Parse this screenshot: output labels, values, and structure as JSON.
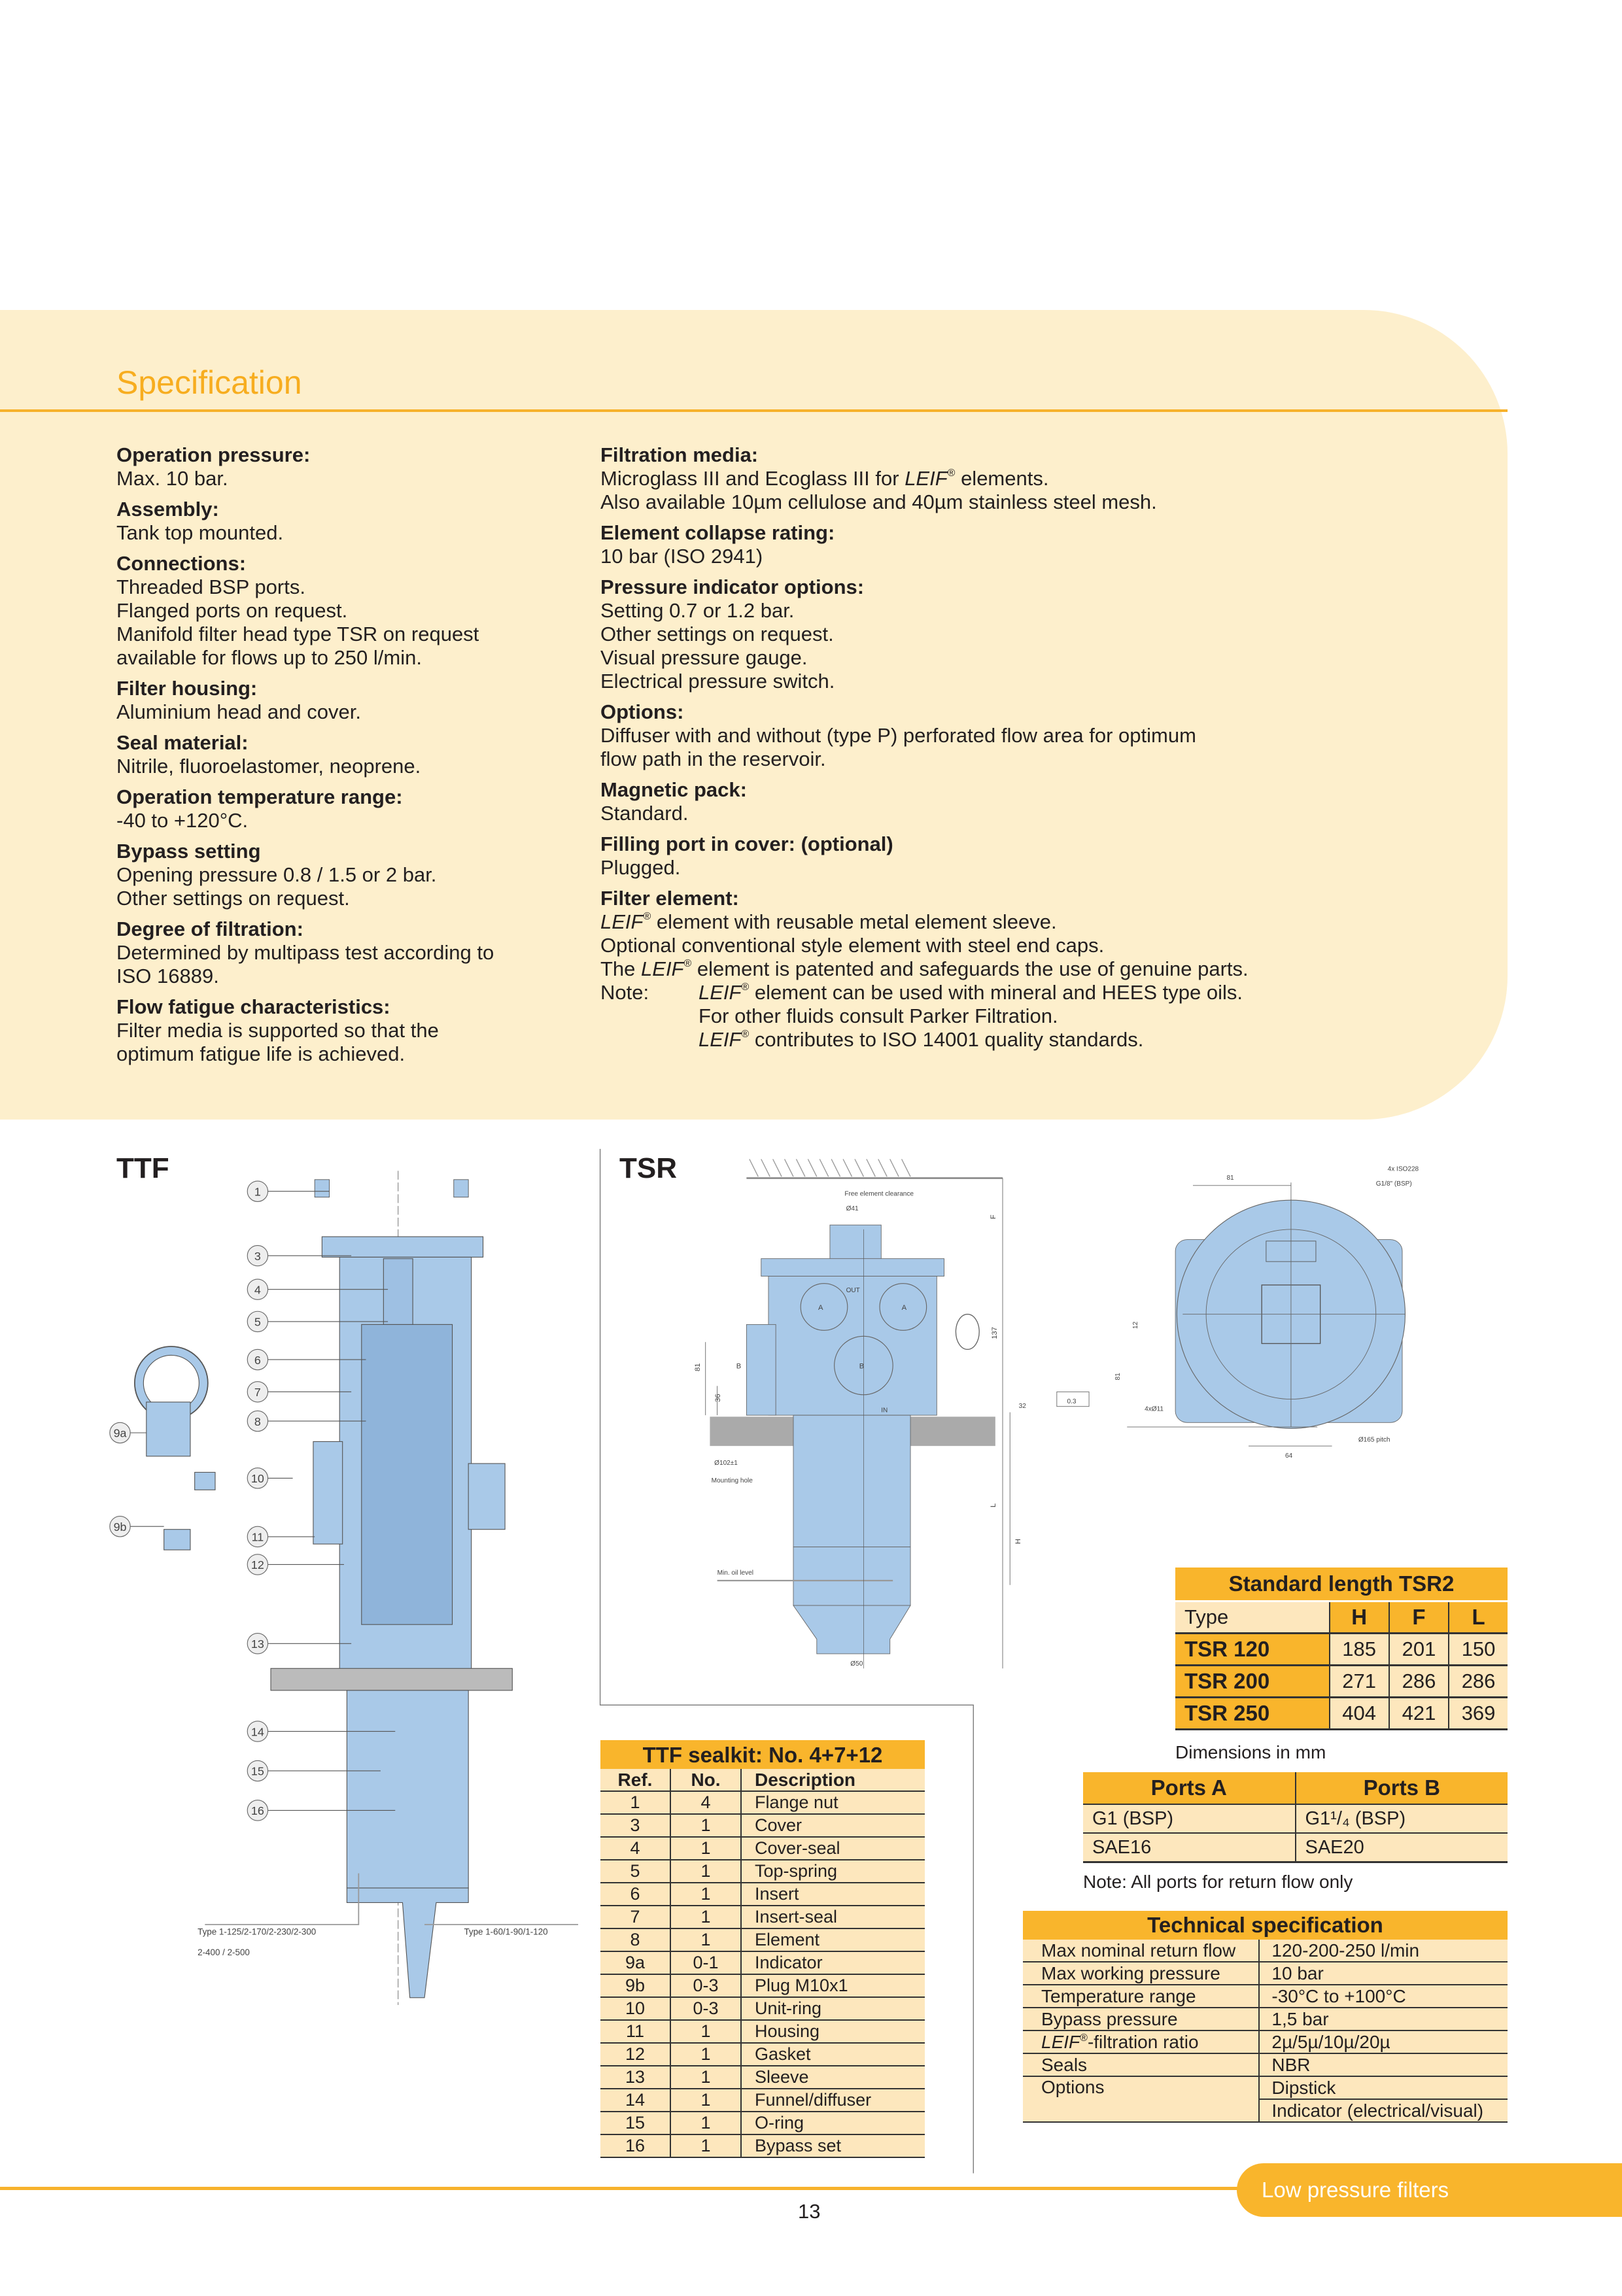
{
  "spec": {
    "title": "Specification",
    "left": [
      {
        "h": "Operation pressure:",
        "lines": [
          "Max. 10 bar."
        ]
      },
      {
        "h": "Assembly:",
        "lines": [
          "Tank top mounted."
        ]
      },
      {
        "h": "Connections:",
        "lines": [
          "Threaded BSP ports.",
          "Flanged ports on request.",
          "Manifold filter head type TSR on request",
          "available for flows up to 250 l/min."
        ]
      },
      {
        "h": "Filter housing:",
        "lines": [
          "Aluminium head and cover."
        ]
      },
      {
        "h": "Seal material:",
        "lines": [
          "Nitrile, fluoroelastomer, neoprene."
        ]
      },
      {
        "h": "Operation temperature range:",
        "lines": [
          "-40 to +120°C."
        ]
      },
      {
        "h": "Bypass setting",
        "lines": [
          "Opening pressure 0.8 / 1.5 or 2 bar.",
          "Other settings on request."
        ]
      },
      {
        "h": "Degree of filtration:",
        "lines": [
          "Determined by multipass test according to",
          "ISO 16889."
        ]
      },
      {
        "h": "Flow fatigue characteristics:",
        "lines": [
          "Filter media is supported so that the",
          "optimum fatigue life is achieved."
        ]
      }
    ],
    "right": [
      {
        "h": "Filtration media:",
        "lines": [
          {
            "pre": "Microglass III and Ecoglass III for ",
            "brand": "LEIF",
            "reg": "®",
            "post": " elements."
          },
          "Also available 10µm cellulose and 40µm stainless steel mesh."
        ]
      },
      {
        "h": "Element collapse rating:",
        "lines": [
          "10 bar (ISO 2941)"
        ]
      },
      {
        "h": "Pressure indicator options:",
        "lines": [
          "Setting 0.7 or 1.2 bar.",
          "Other settings on request.",
          "Visual pressure gauge.",
          "Electrical pressure switch."
        ]
      },
      {
        "h": "Options:",
        "lines": [
          "Diffuser with and without (type P) perforated flow area for optimum",
          "flow path in the reservoir."
        ]
      },
      {
        "h": "Magnetic pack:",
        "lines": [
          "Standard."
        ]
      },
      {
        "h": "Filling port in cover: (optional)",
        "lines": [
          "Plugged."
        ]
      },
      {
        "h": "Filter element:",
        "lines": [
          {
            "pre": "",
            "brand": "LEIF",
            "reg": "®",
            "post": " element with reusable metal element sleeve."
          },
          "Optional conventional style element with steel end caps.",
          {
            "pre": "The ",
            "brand": "LEIF",
            "reg": "®",
            "post": " element is patented and safeguards the use of genuine parts."
          }
        ],
        "note": {
          "label": "Note:",
          "lines": [
            {
              "pre": "",
              "brand": "LEIF",
              "reg": "®",
              "post": " element can be used with mineral and HEES type oils."
            },
            "For other fluids consult Parker Filtration.",
            {
              "pre": "",
              "brand": "LEIF",
              "reg": "®",
              "post": " contributes to ISO 14001 quality standards."
            }
          ]
        }
      }
    ]
  },
  "ttf": {
    "label": "TTF",
    "callouts": [
      "1",
      "3",
      "4",
      "5",
      "6",
      "7",
      "8",
      "10",
      "11",
      "12",
      "13",
      "14",
      "15",
      "16"
    ],
    "callout_9a": "9a",
    "callout_9b": "9b",
    "type_left_1": "Type 1-125/2-170/2-230/2-300",
    "type_left_2": "2-400 / 2-500",
    "type_right": "Type 1-60/1-90/1-120"
  },
  "tsr": {
    "label": "TSR",
    "free_clearance": "Free element clearance",
    "d41": "Ø41",
    "F": "F",
    "d137": "137",
    "d81": "81",
    "d36": "36",
    "A": "A",
    "B": "B",
    "out": "OUT",
    "in": "IN",
    "d32": "32",
    "d03": "0.3",
    "d102": "Ø102±1",
    "mounting_hole": "Mounting hole",
    "L": "L",
    "H": "H",
    "min_oil": "Min. oil level",
    "d50": "Ø50",
    "top": {
      "d81": "81",
      "iso1": "4x ISO228",
      "iso2": "G1/8\" (BSP)",
      "d12": "12",
      "d81v": "81",
      "holes": "4xØ11",
      "d64": "64",
      "pitch": "Ø165 pitch"
    }
  },
  "std_length": {
    "title": "Standard length TSR2",
    "headers": [
      "Type",
      "H",
      "F",
      "L"
    ],
    "rows": [
      {
        "type": "TSR 120",
        "H": "185",
        "F": "201",
        "L": "150"
      },
      {
        "type": "TSR 200",
        "H": "271",
        "F": "286",
        "L": "286"
      },
      {
        "type": "TSR 250",
        "H": "404",
        "F": "421",
        "L": "369"
      }
    ],
    "note": "Dimensions in mm"
  },
  "ports": {
    "headers": [
      "Ports A",
      "Ports B"
    ],
    "rows": [
      [
        "G1 (BSP)",
        "G1¹/₄ (BSP)"
      ],
      [
        "SAE16",
        "SAE20"
      ]
    ],
    "note": "Note: All ports for return flow only"
  },
  "tech": {
    "title": "Technical specification",
    "rows": [
      [
        "Max nominal return flow",
        "120-200-250 l/min"
      ],
      [
        "Max working pressure",
        "10 bar"
      ],
      [
        "Temperature range",
        "-30°C to +100°C"
      ],
      [
        "Bypass pressure",
        "1,5 bar"
      ],
      [
        "-filtration ratio",
        "2µ/5µ/10µ/20µ"
      ],
      [
        "Seals",
        "NBR"
      ],
      [
        "Options",
        "Dipstick"
      ],
      [
        "",
        "Indicator (electrical/visual)"
      ]
    ],
    "brand": "LEIF",
    "reg": "®"
  },
  "sealkit": {
    "title": "TTF sealkit: No. 4+7+12",
    "headers": [
      "Ref.",
      "No.",
      "Description"
    ],
    "rows": [
      [
        "1",
        "4",
        "Flange nut"
      ],
      [
        "3",
        "1",
        "Cover"
      ],
      [
        "4",
        "1",
        "Cover-seal"
      ],
      [
        "5",
        "1",
        "Top-spring"
      ],
      [
        "6",
        "1",
        "Insert"
      ],
      [
        "7",
        "1",
        "Insert-seal"
      ],
      [
        "8",
        "1",
        "Element"
      ],
      [
        "9a",
        "0-1",
        "Indicator"
      ],
      [
        "9b",
        "0-3",
        "Plug M10x1"
      ],
      [
        "10",
        "0-3",
        "Unit-ring"
      ],
      [
        "11",
        "1",
        "Housing"
      ],
      [
        "12",
        "1",
        "Gasket"
      ],
      [
        "13",
        "1",
        "Sleeve"
      ],
      [
        "14",
        "1",
        "Funnel/diffuser"
      ],
      [
        "15",
        "1",
        "O-ring"
      ],
      [
        "16",
        "1",
        "Bypass set"
      ]
    ]
  },
  "footer": {
    "section": "Low pressure filters",
    "page": "13"
  },
  "colors": {
    "accent": "#f9b52c",
    "panel": "#fdefcc",
    "drawing": "#a9c9e8"
  }
}
